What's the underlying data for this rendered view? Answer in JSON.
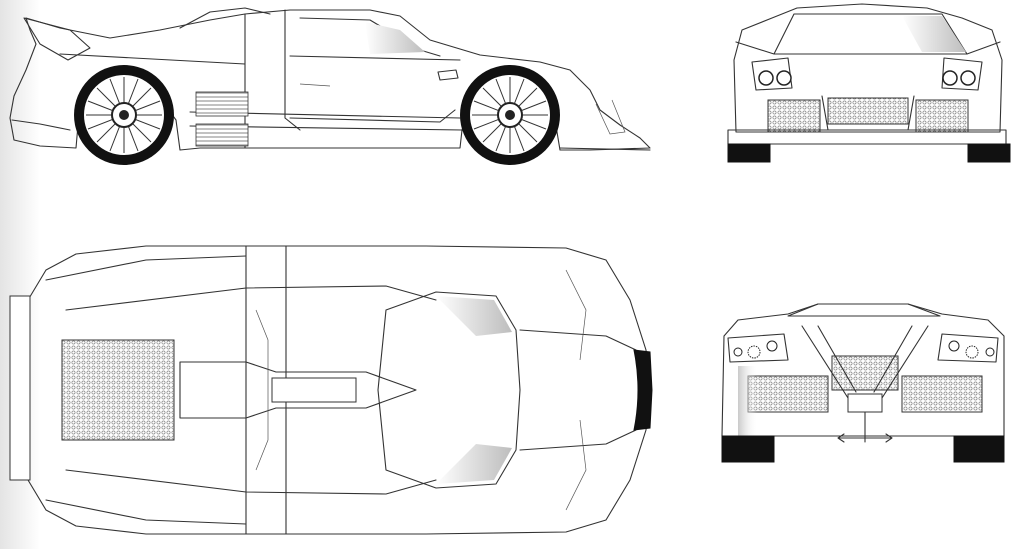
{
  "drawing": {
    "subject": "",
    "views": [
      {
        "id": "side",
        "label": ""
      },
      {
        "id": "front",
        "label": ""
      },
      {
        "id": "top",
        "label": ""
      },
      {
        "id": "rear",
        "label": ""
      }
    ]
  },
  "colors": {
    "line": "#333333",
    "fill": "#ffffff",
    "tyre": "#111111",
    "shade": "#bdbdbd"
  }
}
